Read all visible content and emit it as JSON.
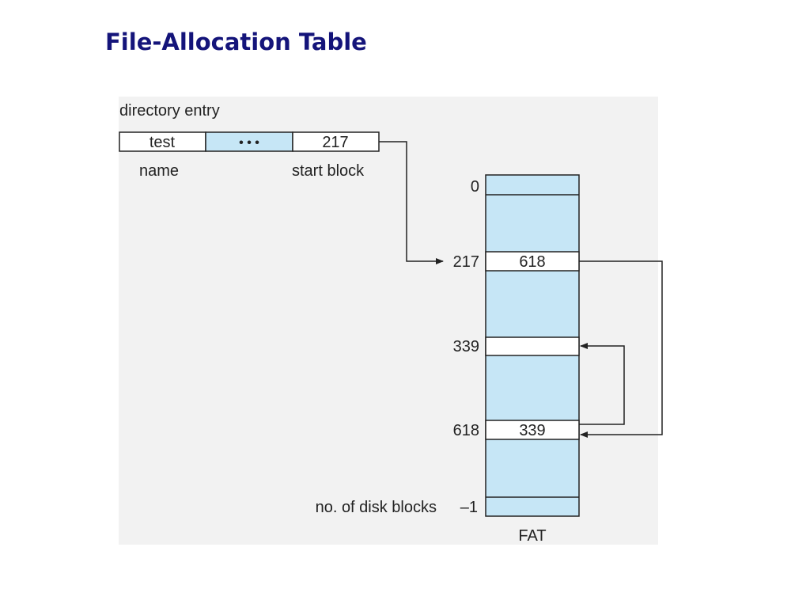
{
  "slide": {
    "title": "File-Allocation Table"
  },
  "directory_entry": {
    "heading": "directory entry",
    "name_value": "test",
    "ellipsis": "• • •",
    "start_block_value": "217",
    "name_caption": "name",
    "start_block_caption": "start block"
  },
  "fat": {
    "caption": "FAT",
    "rows": [
      {
        "index": "0",
        "value": ""
      },
      {
        "index": "217",
        "value": "618"
      },
      {
        "index": "339",
        "value": ""
      },
      {
        "index": "618",
        "value": "339"
      },
      {
        "index": "no. of disk blocks",
        "value": ""
      },
      {
        "index": "–1",
        "value": ""
      }
    ]
  },
  "colors": {
    "title": "#14147a",
    "cell_fill": "#c6e6f6",
    "entry_fill": "#ffffff",
    "background": "#f2f2f2",
    "stroke": "#222222"
  }
}
